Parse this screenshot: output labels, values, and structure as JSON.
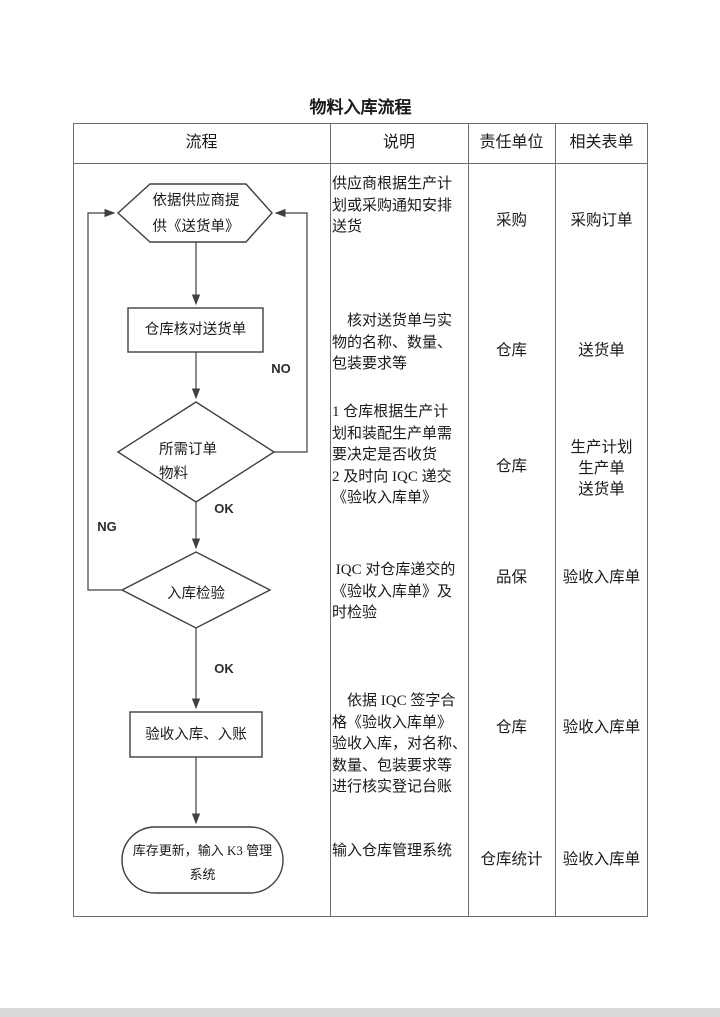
{
  "title": "物料入库流程",
  "table": {
    "headers": {
      "process": "流程",
      "description": "说明",
      "unit": "责任单位",
      "forms": "相关表单"
    }
  },
  "rows": [
    {
      "desc": "供应商根据生产计\n划或采购通知安排\n送货",
      "unit": "采购",
      "forms": "采购订单"
    },
    {
      "desc": "　核对送货单与实\n物的名称、数量、\n包装要求等",
      "unit": "仓库",
      "forms": "送货单"
    },
    {
      "desc": "1 仓库根据生产计\n划和装配生产单需\n要决定是否收货\n2 及时向 IQC 递交\n《验收入库单》",
      "unit": "仓库",
      "forms": "生产计划\n生产单\n送货单"
    },
    {
      "desc": " IQC 对仓库递交的\n《验收入库单》及\n时检验",
      "unit": "品保",
      "forms": "验收入库单"
    },
    {
      "desc": "　依据 IQC 签字合\n格《验收入库单》\n验收入库，对名称、\n数量、包装要求等\n进行核实登记台账",
      "unit": "仓库",
      "forms": "验收入库单"
    },
    {
      "desc": "输入仓库管理系统",
      "unit": "仓库统计",
      "forms": "验收入库单"
    }
  ],
  "flowchart": {
    "nodes": {
      "start": "依据供应商提\n供《送货单》",
      "check_delivery": "仓库核对送货单",
      "decision_order": "所需订单\n物料",
      "decision_inspect": "入库检验",
      "receive": "验收入库、入账",
      "end": "库存更新，输入 K3 管理\n系统"
    },
    "labels": {
      "no": "NO",
      "ng": "NG",
      "ok1": "OK",
      "ok2": "OK"
    }
  },
  "colors": {
    "flow_line": "#404040",
    "table_border": "#6f6f6f",
    "text": "#1a1a1a",
    "background": "#ffffff"
  }
}
